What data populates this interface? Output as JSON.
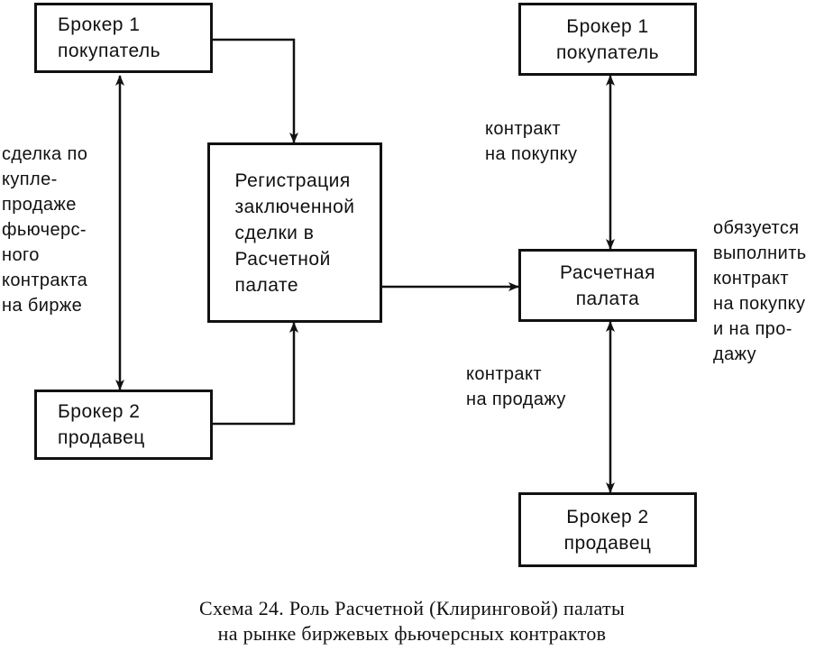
{
  "nodes": {
    "broker1_left": "Брокер 1\nпокупатель",
    "broker2_left": "Брокер 2\nпродавец",
    "registration": "Регистрация\nзаключенной\nсделки в\nРасчетной\nпалате",
    "clearing_house": "Расчетная\nпалата",
    "broker1_right": "Брокер 1\nпокупатель",
    "broker2_right": "Брокер 2\nпродавец"
  },
  "labels": {
    "deal": "сделка по\nкупле-\nпродаже\nфьючерс-\nного\nконтракта\nна бирже",
    "contract_buy": "контракт\nна покупку",
    "contract_sell": "контракт\nна продажу",
    "obligation": "обязуется\nвыполнить\nконтракт\nна покупку\nи на про-\nдажу"
  },
  "caption": {
    "line1": "Схема 24. Роль Расчетной (Клиринговой) палаты",
    "line2": "на рынке биржевых фьючерсных контрактов"
  },
  "colors": {
    "stroke": "#111111",
    "background": "#ffffff"
  }
}
